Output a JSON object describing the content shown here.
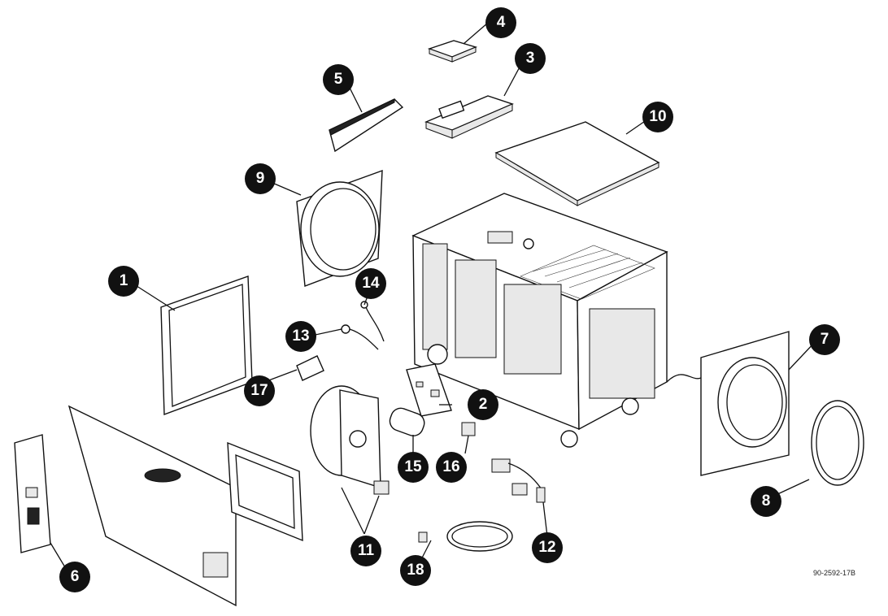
{
  "diagram": {
    "doc_id": "90-2592-17B",
    "callouts": [
      "1",
      "2",
      "3",
      "4",
      "5",
      "6",
      "7",
      "8",
      "9",
      "10",
      "11",
      "12",
      "13",
      "14",
      "15",
      "16",
      "17",
      "18"
    ]
  }
}
